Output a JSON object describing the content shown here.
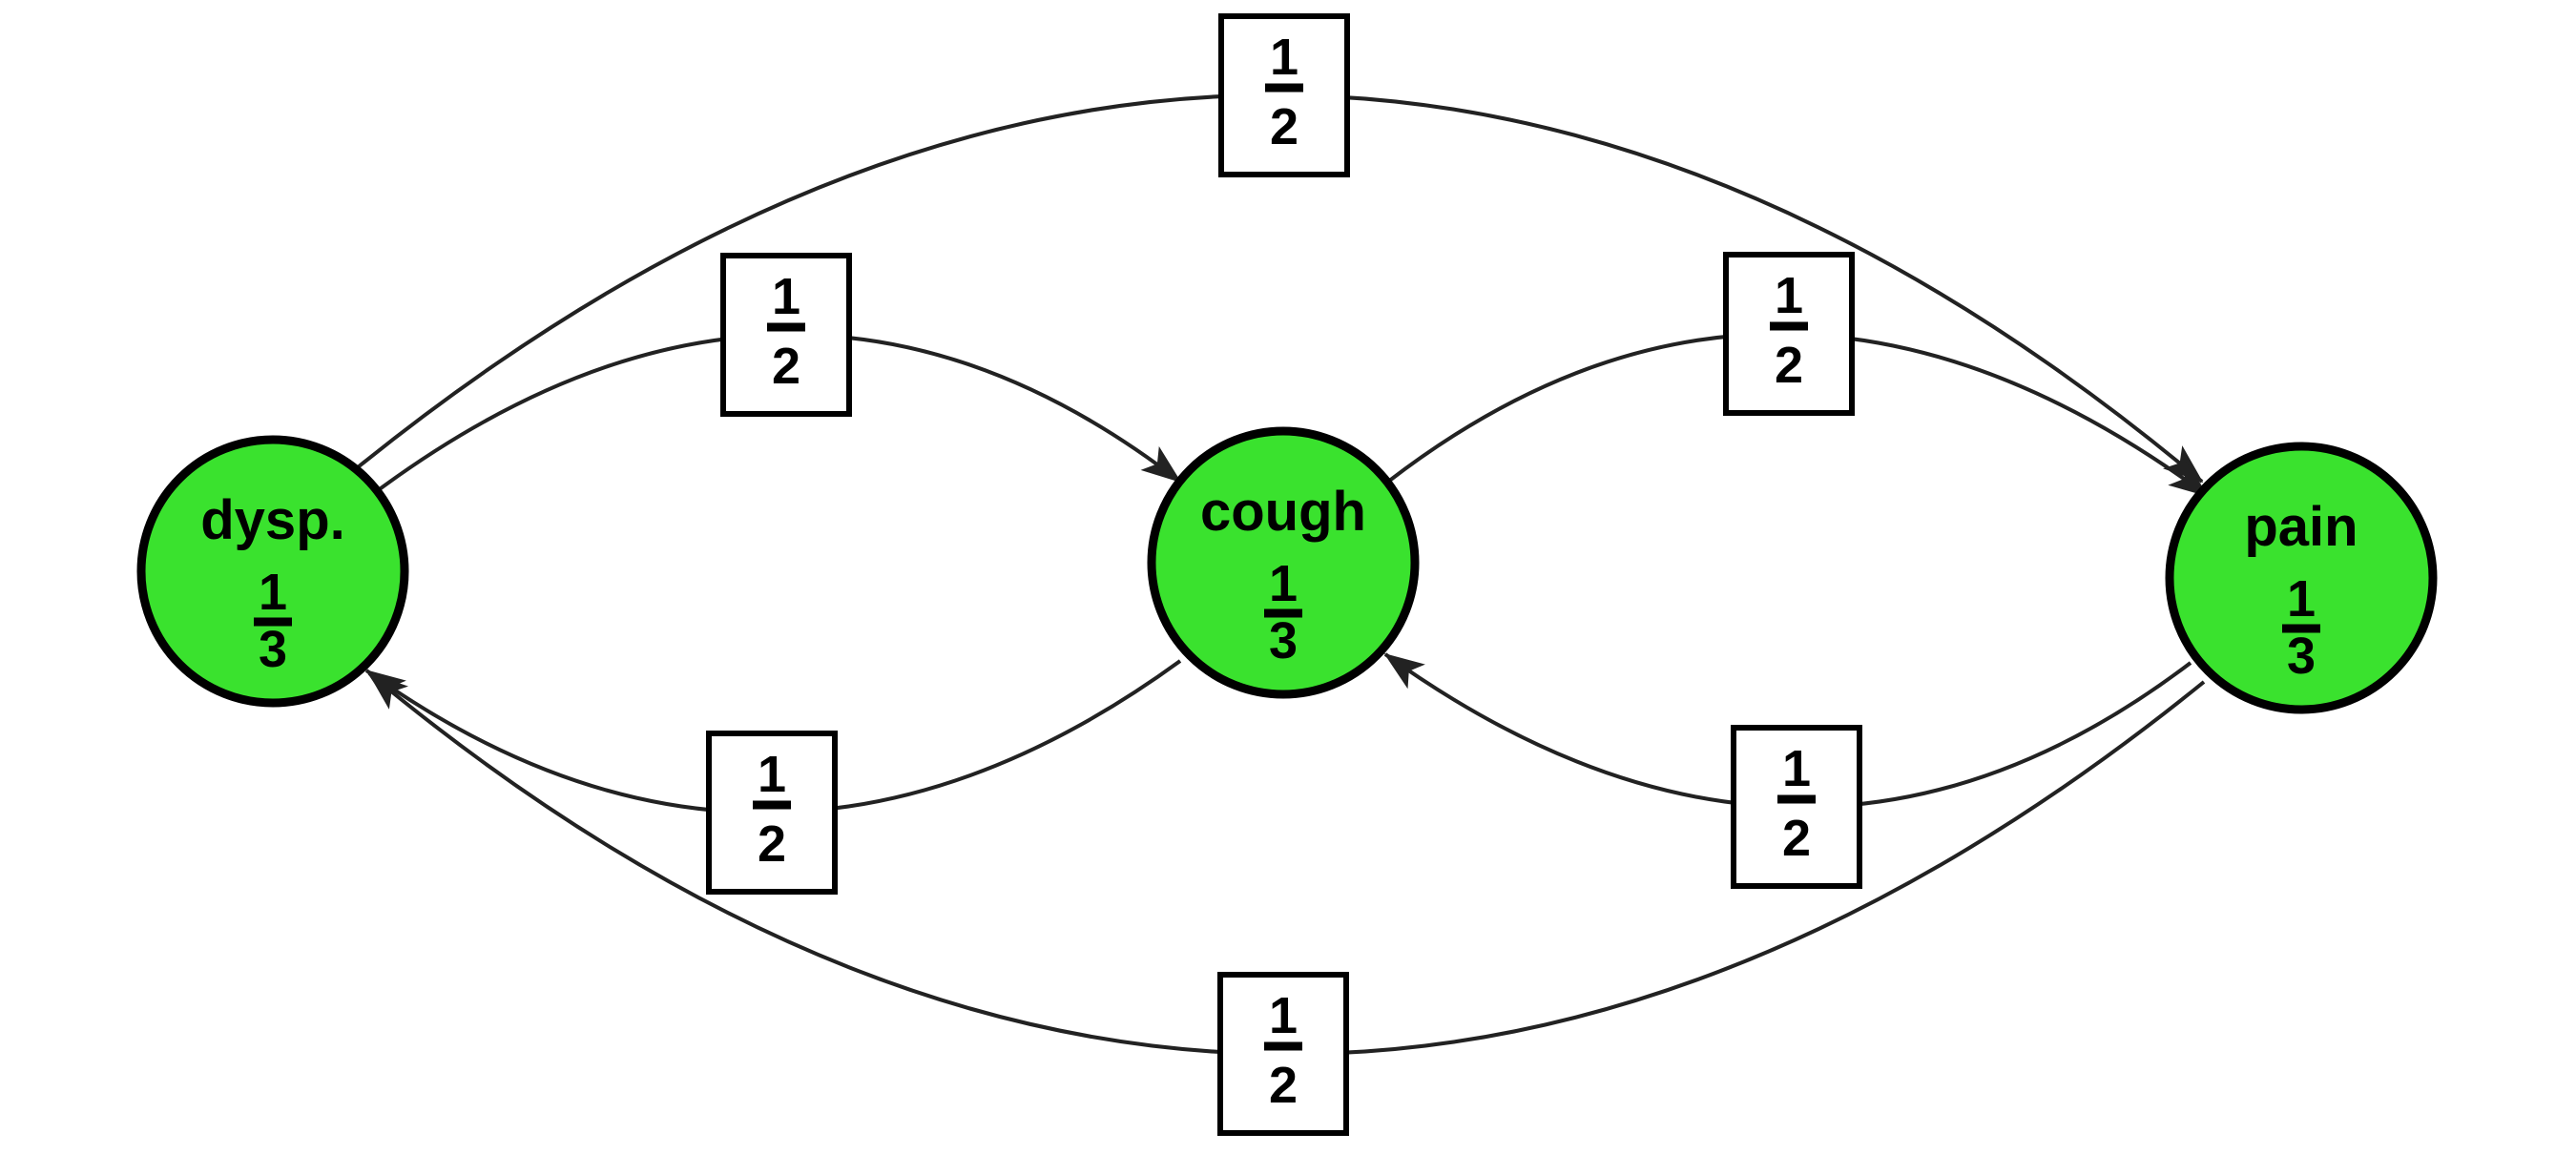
{
  "theme": {
    "background": "#ffffff",
    "node_fill": "#3ae22e",
    "node_border": "#000000",
    "edge_color": "#222222",
    "label_box_fill": "#ffffff",
    "label_box_border": "#000000",
    "text_color": "#000000"
  },
  "nodes": [
    {
      "id": "dysp",
      "label": "dysp.",
      "prob_num": "1",
      "prob_den": "3"
    },
    {
      "id": "cough",
      "label": "cough",
      "prob_num": "1",
      "prob_den": "3"
    },
    {
      "id": "pain",
      "label": "pain",
      "prob_num": "1",
      "prob_den": "3"
    }
  ],
  "edges": [
    {
      "from": "dysp",
      "to": "pain",
      "weight_num": "1",
      "weight_den": "2",
      "position": "top-outer"
    },
    {
      "from": "dysp",
      "to": "cough",
      "weight_num": "1",
      "weight_den": "2",
      "position": "upper-left"
    },
    {
      "from": "cough",
      "to": "pain",
      "weight_num": "1",
      "weight_den": "2",
      "position": "upper-right"
    },
    {
      "from": "cough",
      "to": "dysp",
      "weight_num": "1",
      "weight_den": "2",
      "position": "lower-left"
    },
    {
      "from": "pain",
      "to": "cough",
      "weight_num": "1",
      "weight_den": "2",
      "position": "lower-right"
    },
    {
      "from": "pain",
      "to": "dysp",
      "weight_num": "1",
      "weight_den": "2",
      "position": "bottom-outer"
    }
  ]
}
